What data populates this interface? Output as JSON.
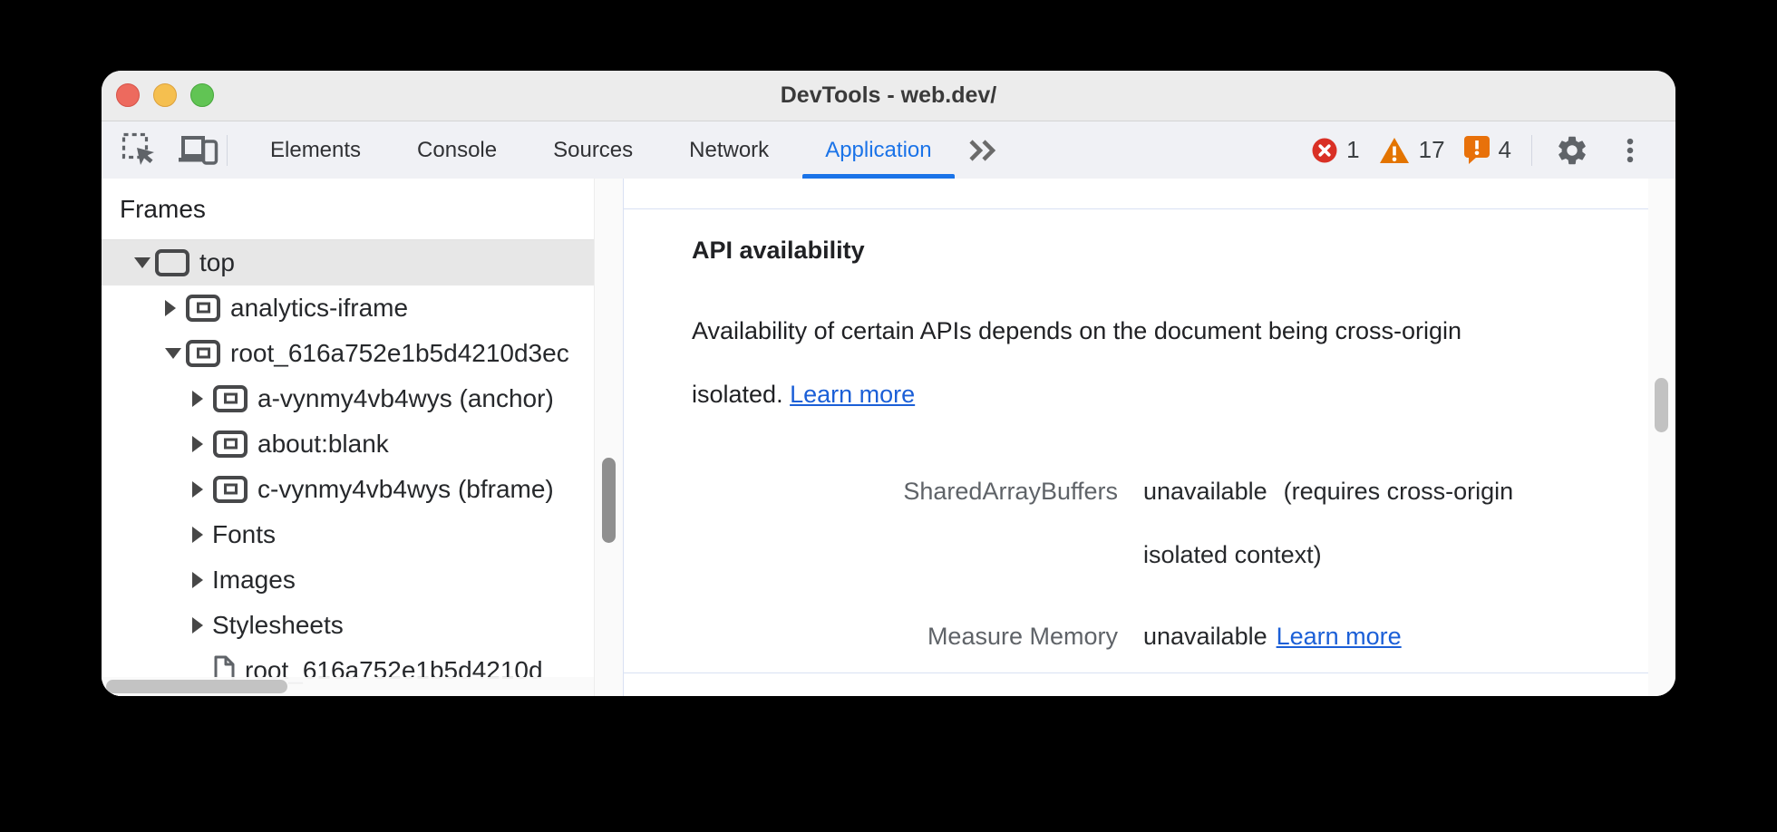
{
  "window": {
    "title": "DevTools - web.dev/"
  },
  "toolbar": {
    "tabs": [
      "Elements",
      "Console",
      "Sources",
      "Network",
      "Application"
    ],
    "active_tab": "Application",
    "badges": {
      "errors": "1",
      "warnings": "17",
      "issues": "4"
    }
  },
  "sidebar": {
    "header": "Frames",
    "tree": [
      {
        "label": "top",
        "level": 0,
        "state": "expanded",
        "icon": "frame",
        "selected": true
      },
      {
        "label": "analytics-iframe",
        "level": 1,
        "state": "collapsed",
        "icon": "iframe",
        "selected": false
      },
      {
        "label": "root_616a752e1b5d4210d3ec",
        "level": 1,
        "state": "expanded",
        "icon": "iframe",
        "selected": false
      },
      {
        "label": "a-vynmy4vb4wys (anchor)",
        "level": 2,
        "state": "collapsed",
        "icon": "iframe",
        "selected": false
      },
      {
        "label": "about:blank",
        "level": 2,
        "state": "collapsed",
        "icon": "iframe",
        "selected": false
      },
      {
        "label": "c-vynmy4vb4wys (bframe)",
        "level": 2,
        "state": "collapsed",
        "icon": "iframe",
        "selected": false
      },
      {
        "label": "Fonts",
        "level": 2,
        "state": "collapsed",
        "icon": "none",
        "selected": false
      },
      {
        "label": "Images",
        "level": 2,
        "state": "collapsed",
        "icon": "none",
        "selected": false
      },
      {
        "label": "Stylesheets",
        "level": 2,
        "state": "collapsed",
        "icon": "none",
        "selected": false
      },
      {
        "label": "root_616a752e1b5d4210d",
        "level": 2,
        "state": "leaf",
        "icon": "document",
        "selected": false
      }
    ]
  },
  "main": {
    "section_heading": "API availability",
    "description": "Availability of certain APIs depends on the document being cross-origin isolated.",
    "description_link": "Learn more",
    "rows": [
      {
        "label": "SharedArrayBuffers",
        "value": "unavailable",
        "note": "(requires cross-origin isolated context)",
        "link": ""
      },
      {
        "label": "Measure Memory",
        "value": "unavailable",
        "note": "",
        "link": "Learn more"
      }
    ]
  },
  "colors": {
    "accent_blue": "#1a73e8",
    "link_blue": "#1b5fd7",
    "error_red": "#d93025",
    "warning_orange": "#e37400",
    "issue_orange": "#e8710a",
    "icon_gray": "#5f6368",
    "selected_row_gray": "#e7e7e7"
  }
}
